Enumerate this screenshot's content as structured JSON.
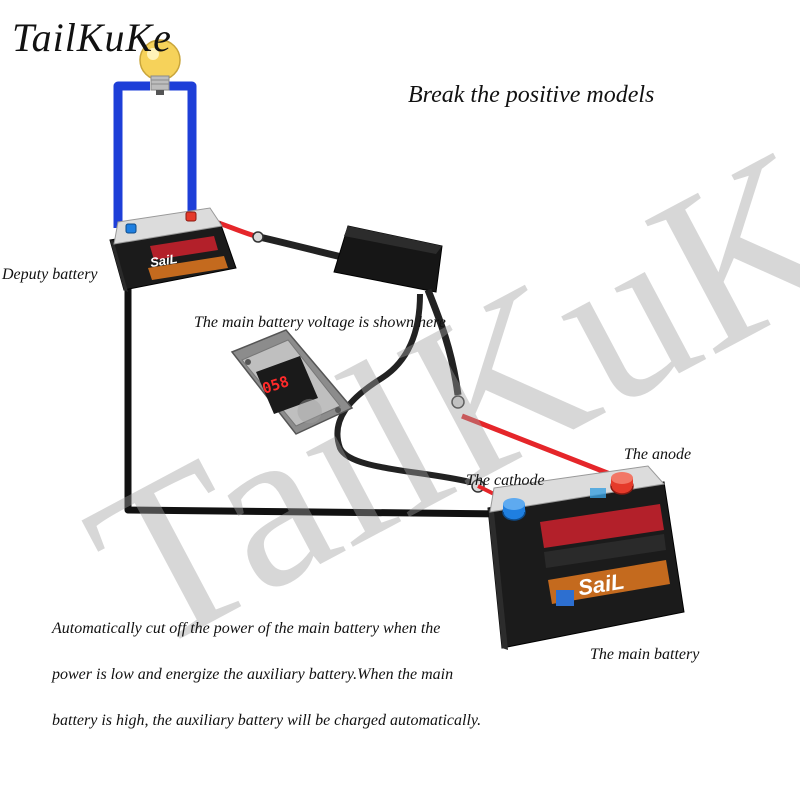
{
  "brand": "TailKuKe",
  "title": "Break the positive models",
  "labels": {
    "deputy_battery": "Deputy battery",
    "voltage_note": "The main battery voltage is shown here",
    "anode": "The anode",
    "cathode": "The cathode",
    "main_battery": "The main battery"
  },
  "display_value": "058",
  "battery_brand": "SaiL",
  "description": [
    "Automatically cut off the power of the main battery when the",
    "power is low and energize the auxiliary battery.When the main",
    "battery is high, the auxiliary battery will be charged automatically."
  ],
  "watermark": "TailKuKe",
  "colors": {
    "wire_blue": "#1e3fd8",
    "wire_red": "#e5262a",
    "wire_black": "#111111",
    "terminal_blue": "#1f7fe0",
    "terminal_red": "#e53a2a",
    "battery_body": "#1b1b1b",
    "display_red": "#ff2a2a",
    "bulb": "#f6d25a"
  }
}
